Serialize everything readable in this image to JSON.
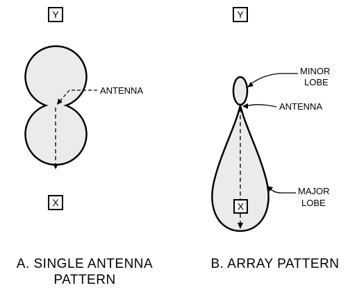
{
  "panel_a": {
    "y_label": "Y",
    "x_label": "X",
    "antenna_label": "ANTENNA",
    "caption_line1": "A. SINGLE ANTENNA",
    "caption_line2": "PATTERN"
  },
  "panel_b": {
    "y_label": "Y",
    "x_label": "X",
    "minor_lobe_line1": "MINOR",
    "minor_lobe_line2": "LOBE",
    "antenna_label": "ANTENNA",
    "major_lobe_line1": "MAJOR",
    "major_lobe_line2": "LOBE",
    "caption_line1": "B. ARRAY PATTERN"
  }
}
